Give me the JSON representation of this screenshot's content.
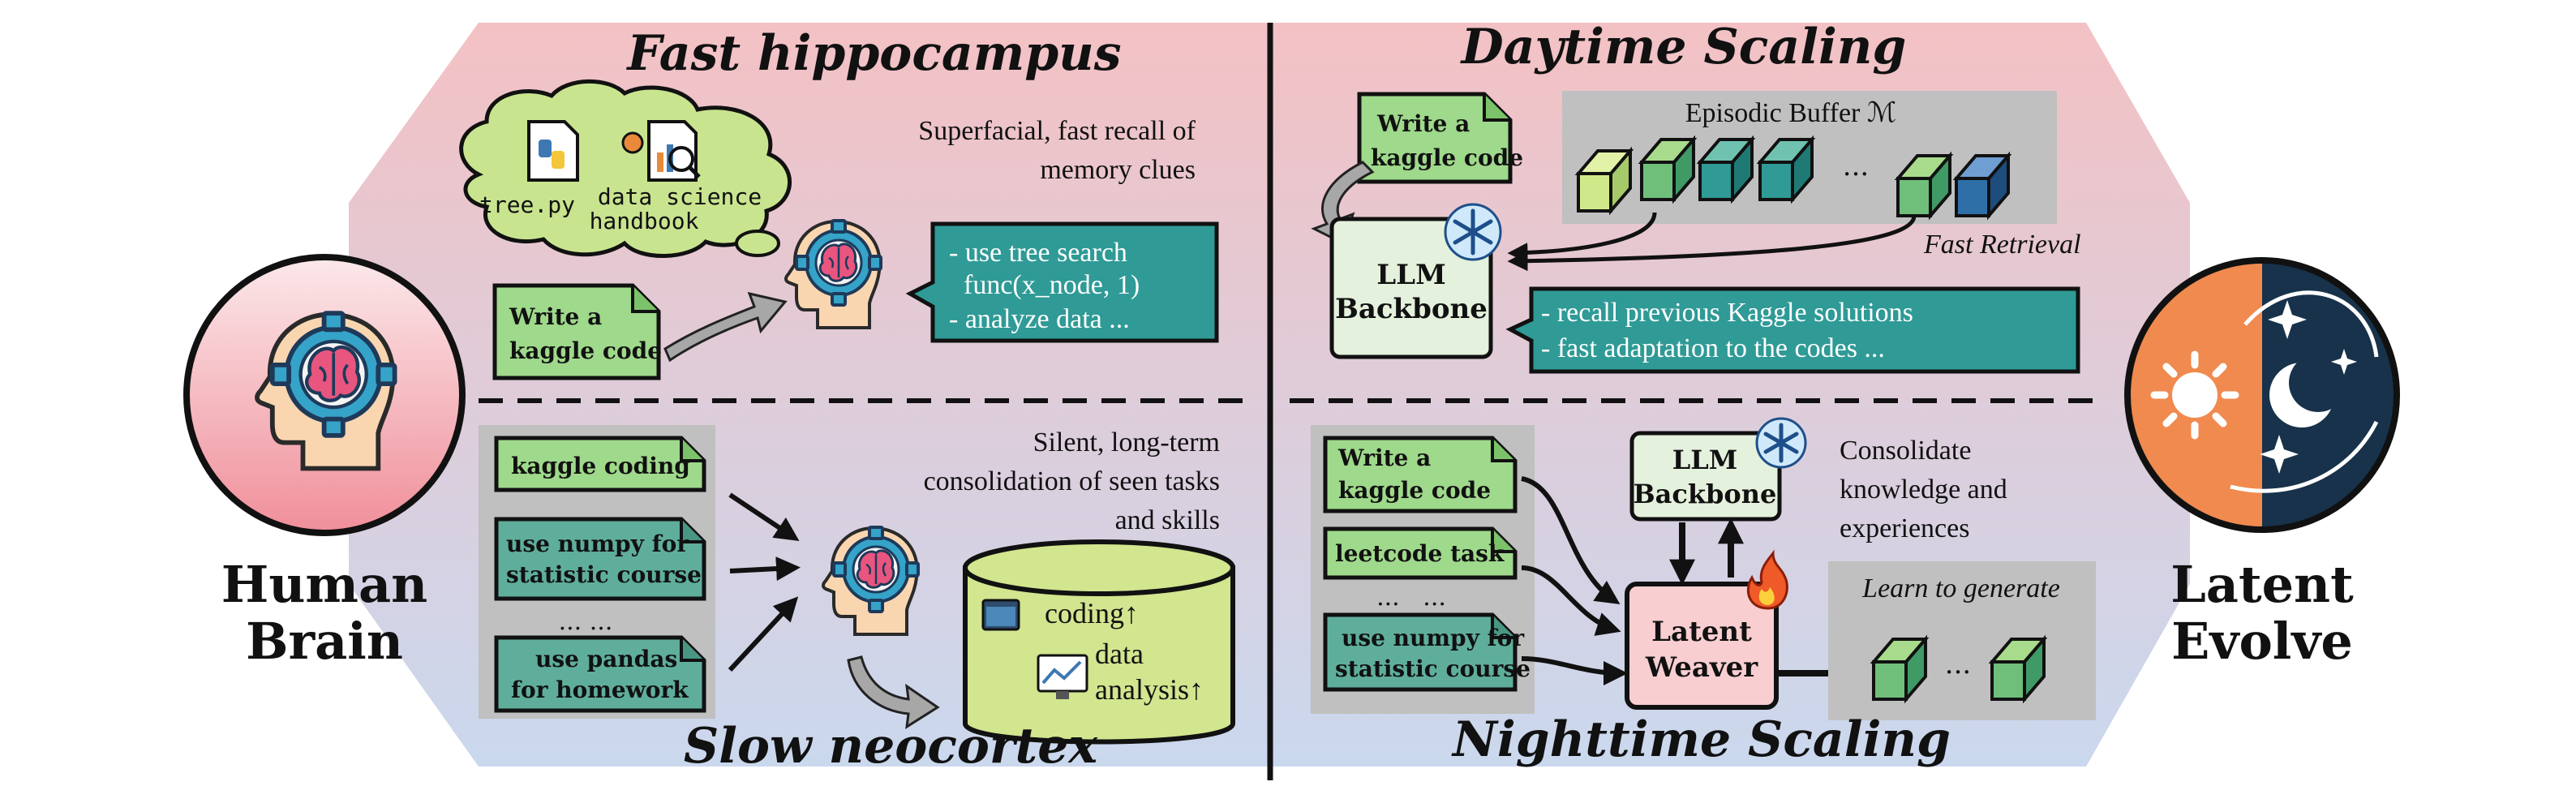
{
  "colors": {
    "panel_top": "#f3c1c4",
    "panel_bottom": "#cad8ee",
    "note_green": "#9fd98b",
    "note_teal": "#5fae9c",
    "bubble_teal": "#2f9a96",
    "cloud": "#c9e48f",
    "db": "#d2e58f",
    "gray_box": "#bfc0bf",
    "weaver": "#f8ced1",
    "backbone": "#e4f1dc",
    "sun_bg": "#f08a4f",
    "moon_bg": "#17324a"
  },
  "left_label": {
    "line1": "Human",
    "line2": "Brain"
  },
  "right_label": {
    "line1": "Latent",
    "line2": "Evolve"
  },
  "left_panel": {
    "top_title": "Fast hippocampus",
    "bottom_title": "Slow neocortex",
    "cloud": {
      "file1": "tree.py",
      "file2_line1": "data science",
      "file2_line2": "handbook",
      "icons": [
        "python-file-icon",
        "data-report-icon"
      ]
    },
    "fast_caption": {
      "line1": "Superfacial, fast recall of",
      "line2": "memory clues"
    },
    "fast_note": {
      "line1": "Write a",
      "line2": "kaggle code"
    },
    "fast_bubble": {
      "line1": "- use tree search",
      "line2": "func(x_node, 1)",
      "line3": "- analyze data ..."
    },
    "slow_caption": {
      "line1": "Silent, long-term",
      "line2": "consolidation of seen tasks",
      "line3": "and skills"
    },
    "slow_notes": [
      {
        "line1": "kaggle coding",
        "line2": ""
      },
      {
        "line1": "use numpy for",
        "line2": "statistic course"
      },
      {
        "line1": "use pandas",
        "line2": "for homework"
      }
    ],
    "slow_ellipsis": "... ...",
    "db": {
      "line1": "coding↑",
      "line2": "data",
      "line3": "analysis↑"
    }
  },
  "right_panel": {
    "top_title": "Daytime Scaling",
    "bottom_title": "Nighttime Scaling",
    "day_note": {
      "line1": "Write a",
      "line2": "kaggle code"
    },
    "buffer_title": "Episodic Buffer ℳ",
    "buffer_ellipsis": "...",
    "fast_retrieval": "Fast Retrieval",
    "backbone_top": {
      "line1": "LLM",
      "line2": "Backbone"
    },
    "day_bubble": {
      "line1": "- recall previous Kaggle solutions",
      "line2": "- fast adaptation to the codes ..."
    },
    "night_notes": [
      {
        "line1": "Write a",
        "line2": "kaggle code"
      },
      {
        "line1": "leetcode task",
        "line2": ""
      },
      {
        "line1": "use numpy for",
        "line2": "statistic course"
      }
    ],
    "night_ellipsis": "...   ...",
    "backbone_bottom": {
      "line1": "LLM",
      "line2": "Backbone"
    },
    "consolidate_caption": {
      "line1": "Consolidate",
      "line2": "knowledge and",
      "line3": "experiences"
    },
    "weaver": {
      "line1": "Latent",
      "line2": "Weaver"
    },
    "learn_title": "Learn to generate",
    "learn_ellipsis": "..."
  }
}
